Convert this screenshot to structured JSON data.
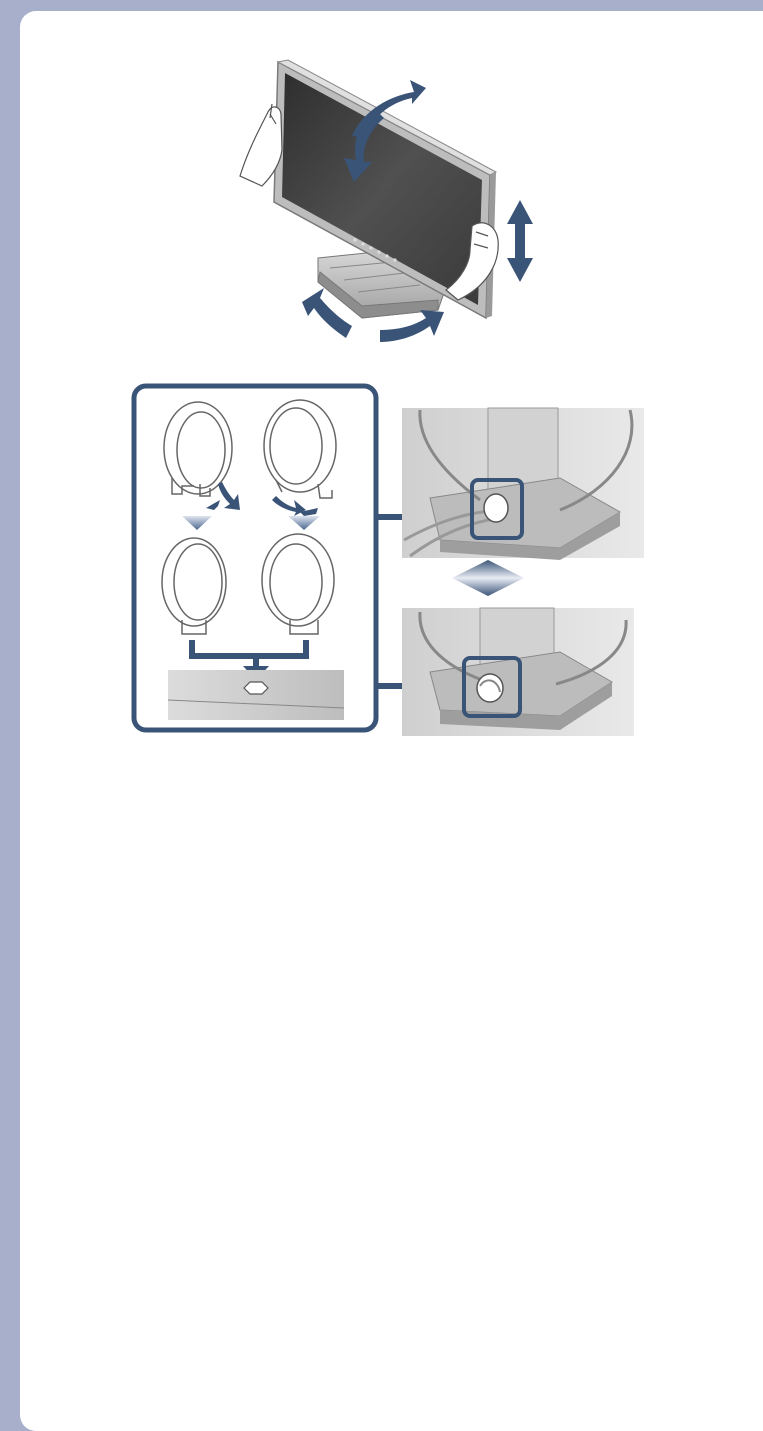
{
  "colors": {
    "page_background": "#a7afca",
    "panel_background": "#ffffff",
    "accent_navy": "#3a5478",
    "screen_dark": "#3a3a3a",
    "stand_gray": "#9a9a9a",
    "frame_gray": "#c8c8c8"
  },
  "figures": [
    {
      "name": "monitor-adjustment-illustration",
      "icons": [
        "tilt-arrow-icon",
        "height-arrow-icon",
        "swivel-arrow-icon",
        "hand-icon"
      ]
    },
    {
      "name": "cable-holder-illustration",
      "icons": [
        "cable-ring-icon",
        "down-arrow-icon",
        "double-arrow-icon",
        "callout-box"
      ]
    }
  ]
}
